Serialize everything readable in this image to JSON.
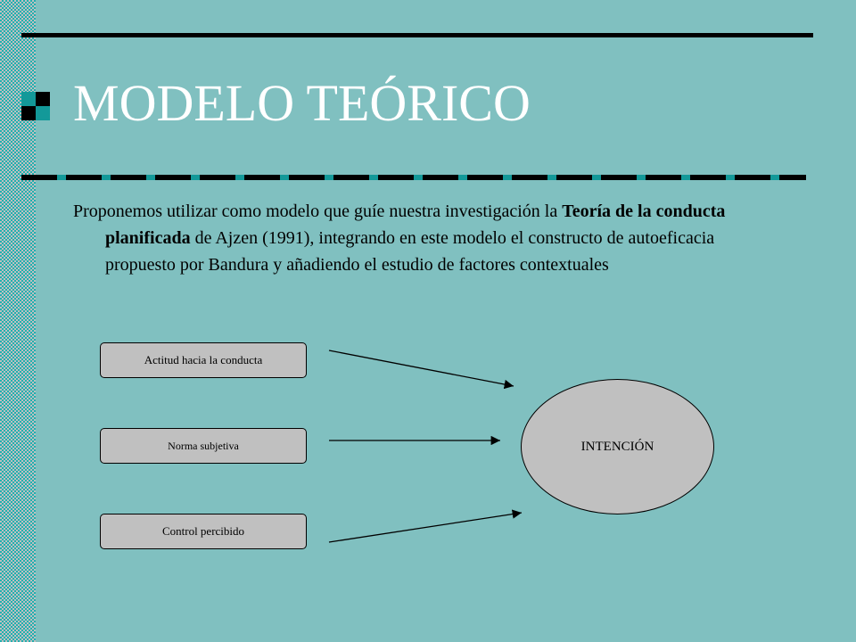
{
  "slide": {
    "title": "MODELO TEÓRICO",
    "body": {
      "pre": "Proponemos utilizar como modelo que guíe nuestra investigación la ",
      "bold": "Teoría de la conducta planificada",
      "post": "  de Ajzen (1991), integrando en este modelo el constructo de autoeficacia propuesto por Bandura y añadiendo el estudio de factores contextuales"
    }
  },
  "diagram": {
    "boxes": {
      "attitude": "Actitud hacia la conducta",
      "norm": "Norma subjetiva",
      "control": "Control percibido"
    },
    "intention": "INTENCIÓN"
  },
  "colors": {
    "background": "#80c0c0",
    "teal_accent": "#139999",
    "box_fill": "#c0c0c0",
    "title_text": "#ffffff"
  }
}
